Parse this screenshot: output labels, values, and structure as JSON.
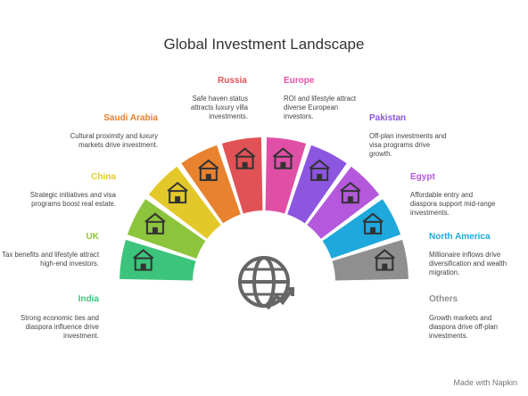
{
  "title": "Global Investment Landscape",
  "credit": "Made with  Napkin",
  "segments": [
    {
      "key": "india",
      "label": "India",
      "color": "#3cc47c",
      "icon": "rupee-growth-icon",
      "text": "Strong economic ties and diaspora influence drive investment."
    },
    {
      "key": "uk",
      "label": "UK",
      "color": "#8cc43c",
      "icon": "london-skyline-icon",
      "text": "Tax benefits and lifestyle attract high-end investors."
    },
    {
      "key": "china",
      "label": "China",
      "color": "#e3c82a",
      "icon": "skyscrapers-icon",
      "text": "Strategic initiatives and visa programs boost real estate."
    },
    {
      "key": "saudi",
      "label": "Saudi Arabia",
      "color": "#e8822e",
      "icon": "mosque-dome-icon",
      "text": "Cultural proximity and luxury markets drive investment."
    },
    {
      "key": "russia",
      "label": "Russia",
      "color": "#e05255",
      "icon": "onion-dome-towers-icon",
      "text": "Safe haven status attracts luxury villa investments."
    },
    {
      "key": "europe",
      "label": "Europe",
      "color": "#e04fa6",
      "icon": "castle-icon",
      "text": "ROI and lifestyle attract diverse European investors."
    },
    {
      "key": "pakistan",
      "label": "Pakistan",
      "color": "#8c56e0",
      "icon": "shopping-cart-buildings-icon",
      "text": "Off-plan investments and visa programs drive growth."
    },
    {
      "key": "egypt",
      "label": "Egypt",
      "color": "#b458dc",
      "icon": "pagoda-building-icon",
      "text": "Affordable entry and diaspora support mid-range investments."
    },
    {
      "key": "north_america",
      "label": "North America",
      "color": "#1fa8dc",
      "icon": "money-buildings-icon",
      "text": "Millionaire inflows drive diversification and wealth migration."
    },
    {
      "key": "others",
      "label": "Others",
      "color": "#8f8f8f",
      "icon": "globe-money-icon",
      "text": "Growth markets and diaspora drive off-plan investments."
    }
  ]
}
